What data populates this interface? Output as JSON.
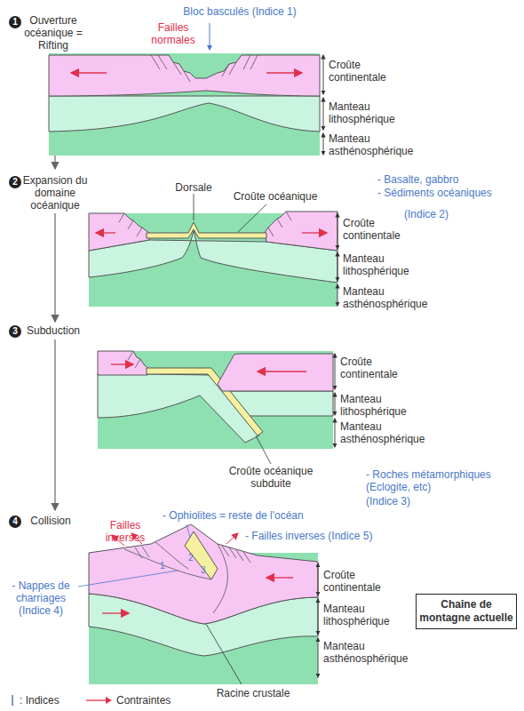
{
  "diagram": {
    "nodes": [
      {
        "text": [
          "Chaîne de montagne actuelle"
        ]
      }
    ],
    "labels": [
      "1",
      "Ouverture océanique = Rifting",
      "Failles normales",
      "Bloc basculés (Indice 1)",
      "Croûte continentale",
      "Manteau lithosphérique",
      "Manteau asthénosphérique",
      "2",
      "Expansion du domaine océanique",
      "Dorsale",
      "Croûte océanique",
      "- Basalte, gabbro",
      "- Sédiments océaniques",
      "(Indice 2)",
      "Croûte continentale",
      "Manteau lithosphérique",
      "Manteau asthénosphérique",
      "3",
      "Subduction",
      "Croûte continentale",
      "Manteau lithosphérique",
      "Manteau asthénosphérique",
      "Croûte océanique subduite",
      "- Roches métamorphiques (Eclogite, etc)",
      "(Indice 3)",
      "4",
      "Collision",
      "Failles inverses",
      "- Ophiolites = reste de l'océan",
      "- Failles inverses (Indice 5)",
      "1",
      "2",
      "3",
      "- Nappes de charriages (Indice 4)",
      "Croûte continentale",
      "Manteau lithosphérique",
      "Manteau asthénosphérique",
      "Racine crustale"
    ],
    "legend": [
      {
        "text": ": Indices"
      },
      {
        "text": "Contraintes"
      }
    ]
  }
}
